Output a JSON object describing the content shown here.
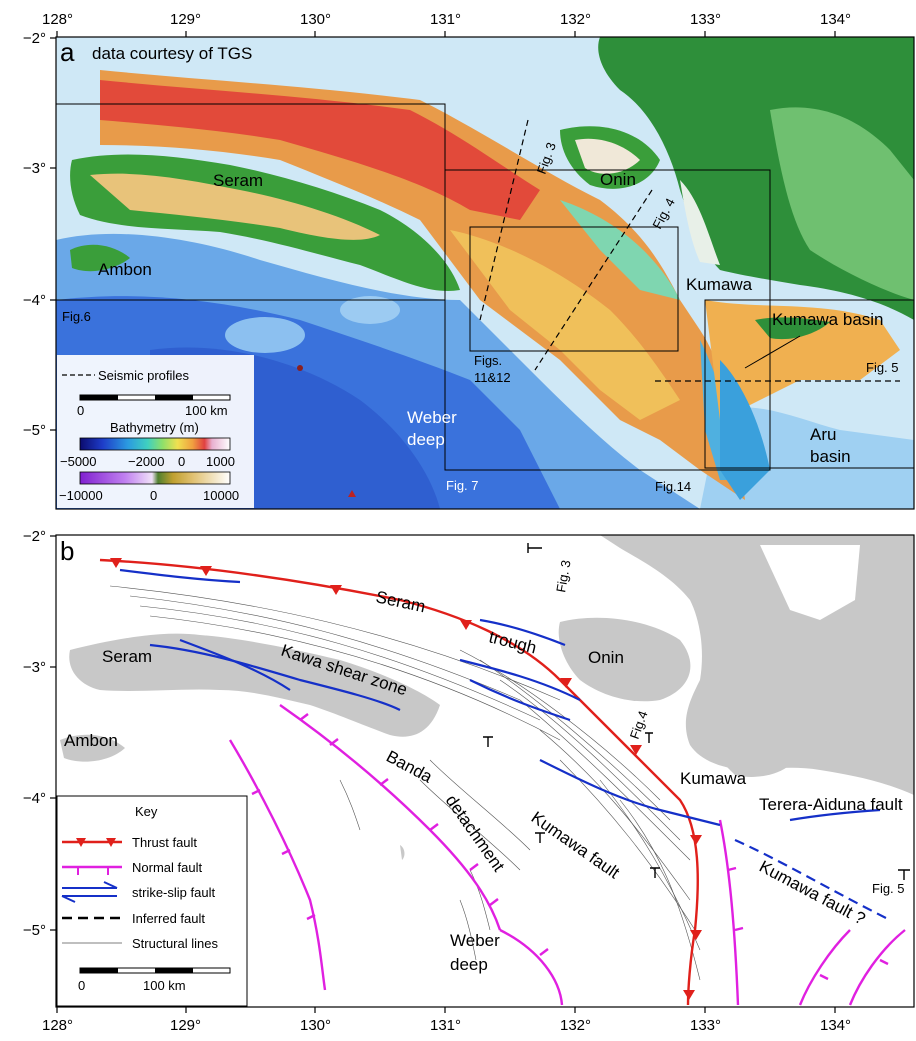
{
  "axes": {
    "x_ticks_top": [
      "128°",
      "129°",
      "130°",
      "131°",
      "132°",
      "133°",
      "134°"
    ],
    "x_ticks_bottom": [
      "128°",
      "129°",
      "130°",
      "131°",
      "132°",
      "133°",
      "134°"
    ],
    "y_ticks_a": [
      "−2°",
      "−3°",
      "−4°",
      "−5°"
    ],
    "y_ticks_b": [
      "−2°",
      "−3°",
      "−4°",
      "−5°"
    ]
  },
  "panel_a": {
    "letter": "a",
    "credit": "data courtesy of TGS",
    "places": {
      "seram": "Seram",
      "ambon": "Ambon",
      "onin": "Onin",
      "kumawa": "Kumawa",
      "kumawa_basin": "Kumawa basin",
      "weber1": "Weber",
      "weber2": "deep",
      "aru1": "Aru",
      "aru2": "basin"
    },
    "figures": {
      "fig3": "Fig. 3",
      "fig4": "Fig. 4",
      "fig5": "Fig. 5",
      "fig6": "Fig.6",
      "fig7": "Fig. 7",
      "fig14": "Fig.14",
      "figs1": "Figs.",
      "figs2": "11&12"
    },
    "legend": {
      "seismic": "Seismic profiles",
      "scale_zero": "0",
      "scale_label": "100 km",
      "bathy_title": "Bathymetry (m)",
      "bar1_ticks": [
        "−5000",
        "−2000",
        "0",
        "1000"
      ],
      "bar2_ticks": [
        "−10000",
        "0",
        "10000"
      ]
    }
  },
  "panel_b": {
    "letter": "b",
    "places": {
      "seram_trough1": "Seram",
      "trough": "trough",
      "seram": "Seram",
      "kawa": "Kawa shear zone",
      "ambon": "Ambon",
      "onin": "Onin",
      "kumawa": "Kumawa",
      "banda": "Banda",
      "detachment": "detachment",
      "kumawa_fault": "Kumawa fault",
      "terera": "Terera-Aiduna fault",
      "kumawa_fault_q": "Kumawa fault ?",
      "weber1": "Weber",
      "weber2": "deep"
    },
    "figures": {
      "fig3": "Fig. 3",
      "fig4": "Fig.4",
      "fig5": "Fig. 5"
    },
    "key": {
      "title": "Key",
      "items": [
        "Thrust fault",
        "Normal fault",
        "strike-slip fault",
        "Inferred fault",
        "Structural lines"
      ],
      "scale_zero": "0",
      "scale_label": "100 km"
    }
  },
  "colors": {
    "thrust": "#e0201b",
    "normal": "#e020e0",
    "strike_slip": "#1530c8",
    "land_b": "#c8c8c8",
    "deep_sea": "#2f63d6",
    "shelf": "#cfe8f6"
  }
}
